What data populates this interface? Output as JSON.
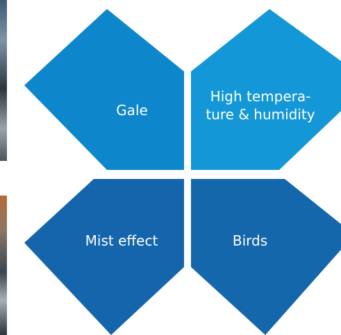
{
  "petals": {
    "top_left": {
      "label": "Gale",
      "color": "#0d86cc"
    },
    "top_right": {
      "line1": "High tempera-",
      "line2": "ture & humidity",
      "color": "#1497d6"
    },
    "bottom_left": {
      "label": "Mist effect",
      "color": "#1565ac"
    },
    "bottom_right": {
      "label": "Birds",
      "color": "#1567ab"
    }
  }
}
